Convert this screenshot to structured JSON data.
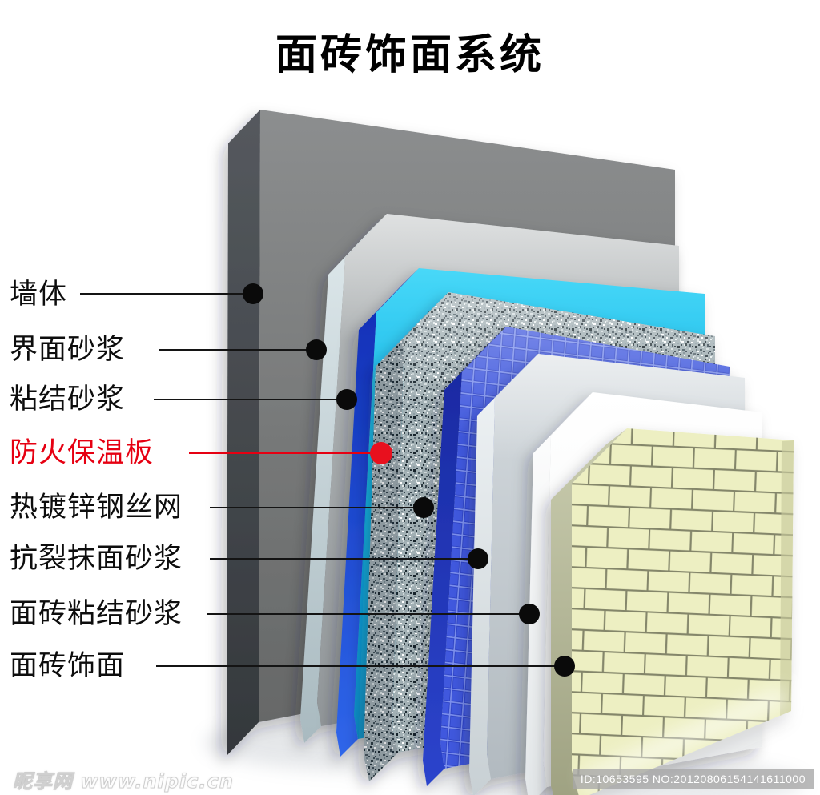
{
  "title": "面砖饰面系统",
  "labels": [
    {
      "text": "墙体",
      "color": "#0d0d0d",
      "layer": "wall"
    },
    {
      "text": "界面砂浆",
      "color": "#0d0d0d",
      "layer": "interface-mortar"
    },
    {
      "text": "粘结砂浆",
      "color": "#0d0d0d",
      "layer": "bonding-mortar"
    },
    {
      "text": "防火保温板",
      "color": "#e60012",
      "layer": "fireproof-insulation-board"
    },
    {
      "text": "热镀锌钢丝网",
      "color": "#0d0d0d",
      "layer": "hot-dip-galvanized-steel-wire-mesh"
    },
    {
      "text": "抗裂抹面砂浆",
      "color": "#0d0d0d",
      "layer": "anti-crack-plaster-mortar"
    },
    {
      "text": "面砖粘结砂浆",
      "color": "#0d0d0d",
      "layer": "tile-bonding-mortar"
    },
    {
      "text": "面砖饰面",
      "color": "#0d0d0d",
      "layer": "tile-facing"
    }
  ],
  "layers": [
    {
      "name": "墙体",
      "face_color": "#787878",
      "edge_color": "#3e4246"
    },
    {
      "name": "界面砂浆",
      "face_color": "#a4a8aa",
      "edge_color": "#c9d5d9"
    },
    {
      "name": "粘结砂浆",
      "face_color": "#0fb6e6",
      "edge_color": "#1b43d0"
    },
    {
      "name": "防火保温板",
      "face_color": "#9fb0b4",
      "edge_color": "#8a9ba0"
    },
    {
      "name": "热镀锌钢丝网",
      "face_color": "#3a55d8",
      "edge_color": "#2036b2"
    },
    {
      "name": "抗裂抹面砂浆",
      "face_color": "#c3cad0",
      "edge_color": "#e9edef"
    },
    {
      "name": "面砖粘结砂浆",
      "face_color": "#fafafa",
      "edge_color": "#ffffff"
    },
    {
      "name": "面砖饰面",
      "face_color": "#edefc2",
      "edge_color": "#b7ba9e",
      "mortar_color": "#84866b"
    }
  ],
  "annotation": {
    "dot_color": "#0a0a0a",
    "highlight_dot_color": "#e8101e",
    "line_color": "#141414",
    "highlight_line_color": "#e60012"
  },
  "watermark": {
    "site": "昵享网",
    "url": "www.nipic.cn"
  },
  "id_badge": "ID:10653595 NO:20120806154141611000"
}
